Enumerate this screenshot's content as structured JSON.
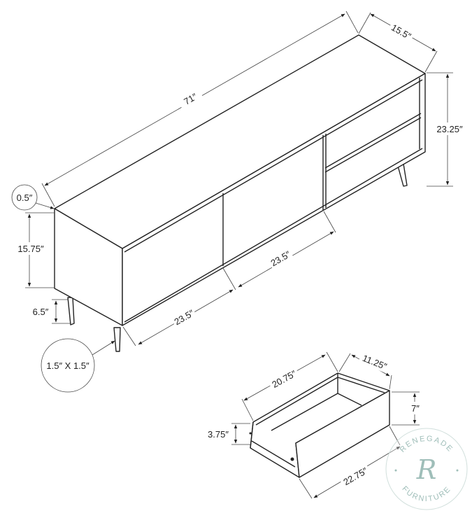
{
  "dimensions": {
    "width": "71″",
    "depth": "15.5″",
    "height": "23.25″",
    "top_thickness": "0.5″",
    "cabinet_height": "15.75″",
    "leg_height": "6.5″",
    "door_width_left": "23.5″",
    "door_width_right": "23.5″",
    "leg_size": "1.5″ X 1.5″"
  },
  "drawer": {
    "length": "20.75″",
    "width": "11.25″",
    "front_height": "7″",
    "side_height": "3.75″",
    "front_width": "22.75″"
  },
  "watermark": {
    "top": "RENEGADE",
    "bottom": "FURNITURE",
    "letter": "R",
    "color": "#8fb3ad"
  }
}
